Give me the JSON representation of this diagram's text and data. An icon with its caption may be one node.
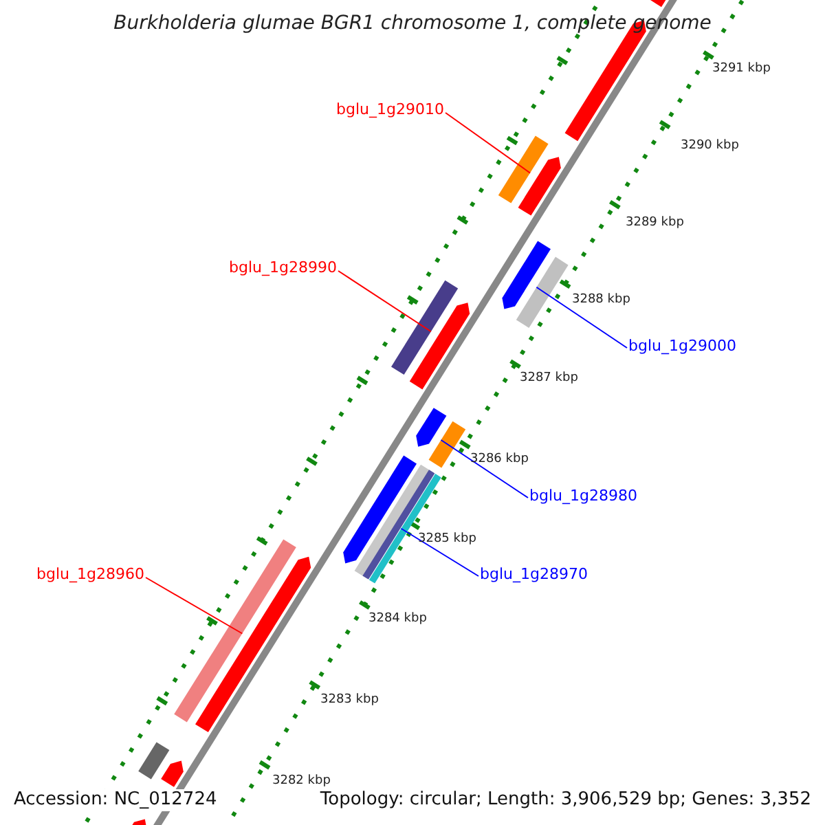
{
  "diagram": {
    "title": "Burkholderia glumae BGR1 chromosome 1, complete genome",
    "nodes": [
      {
        "text": [
          "bglu_1g29010"
        ]
      },
      {
        "text": [
          "bglu_1g28990"
        ]
      },
      {
        "text": [
          "bglu_1g29000"
        ]
      },
      {
        "text": [
          "bglu_1g28980"
        ]
      },
      {
        "text": [
          "bglu_1g28970"
        ]
      },
      {
        "text": [
          "bglu_1g28960"
        ]
      },
      {
        "text": [],
        "shape": "bar"
      },
      {
        "text": [],
        "shape": "bar"
      },
      {
        "text": [],
        "shape": "bar"
      },
      {
        "text": [],
        "shape": "bar"
      },
      {
        "text": [],
        "shape": "bar"
      },
      {
        "text": [],
        "shape": "bar"
      },
      {
        "text": [],
        "shape": "bar"
      },
      {
        "text": [],
        "shape": "bar"
      },
      {
        "text": [],
        "shape": "bar"
      },
      {
        "text": [],
        "shape": "bar"
      },
      {
        "text": [],
        "shape": "bar"
      },
      {
        "text": [],
        "shape": "bar"
      },
      {
        "text": [],
        "shape": "bar"
      },
      {
        "text": [],
        "shape": "bar"
      },
      {
        "text": [],
        "shape": "bar"
      },
      {
        "text": [],
        "shape": "bar"
      },
      {
        "text": [],
        "shape": "bar"
      },
      {
        "text": [],
        "shape": "bar"
      },
      {
        "text": [],
        "shape": "bar"
      }
    ],
    "edges": [
      {
        "from": 0,
        "to": 6,
        "arrow": "none",
        "color": "#ff0000"
      },
      {
        "from": 1,
        "to": 7,
        "arrow": "none",
        "color": "#ff0000"
      },
      {
        "from": 2,
        "to": 8,
        "arrow": "none",
        "color": "#0000ff"
      },
      {
        "from": 3,
        "to": 9,
        "arrow": "none",
        "color": "#0000ff"
      },
      {
        "from": 4,
        "to": 10,
        "arrow": "none",
        "color": "#0000ff"
      },
      {
        "from": 5,
        "to": 11,
        "arrow": "none",
        "color": "#ff0000"
      }
    ],
    "labels": [
      "3291 kbp",
      "3290 kbp",
      "3289 kbp",
      "3288 kbp",
      "3287 kbp",
      "3286 kbp",
      "3285 kbp",
      "3284 kbp",
      "3283 kbp",
      "3282 kbp",
      "Accession: NC_012724",
      "Topology: circular; Length: 3,906,529 bp; Genes: 3,352"
    ]
  }
}
